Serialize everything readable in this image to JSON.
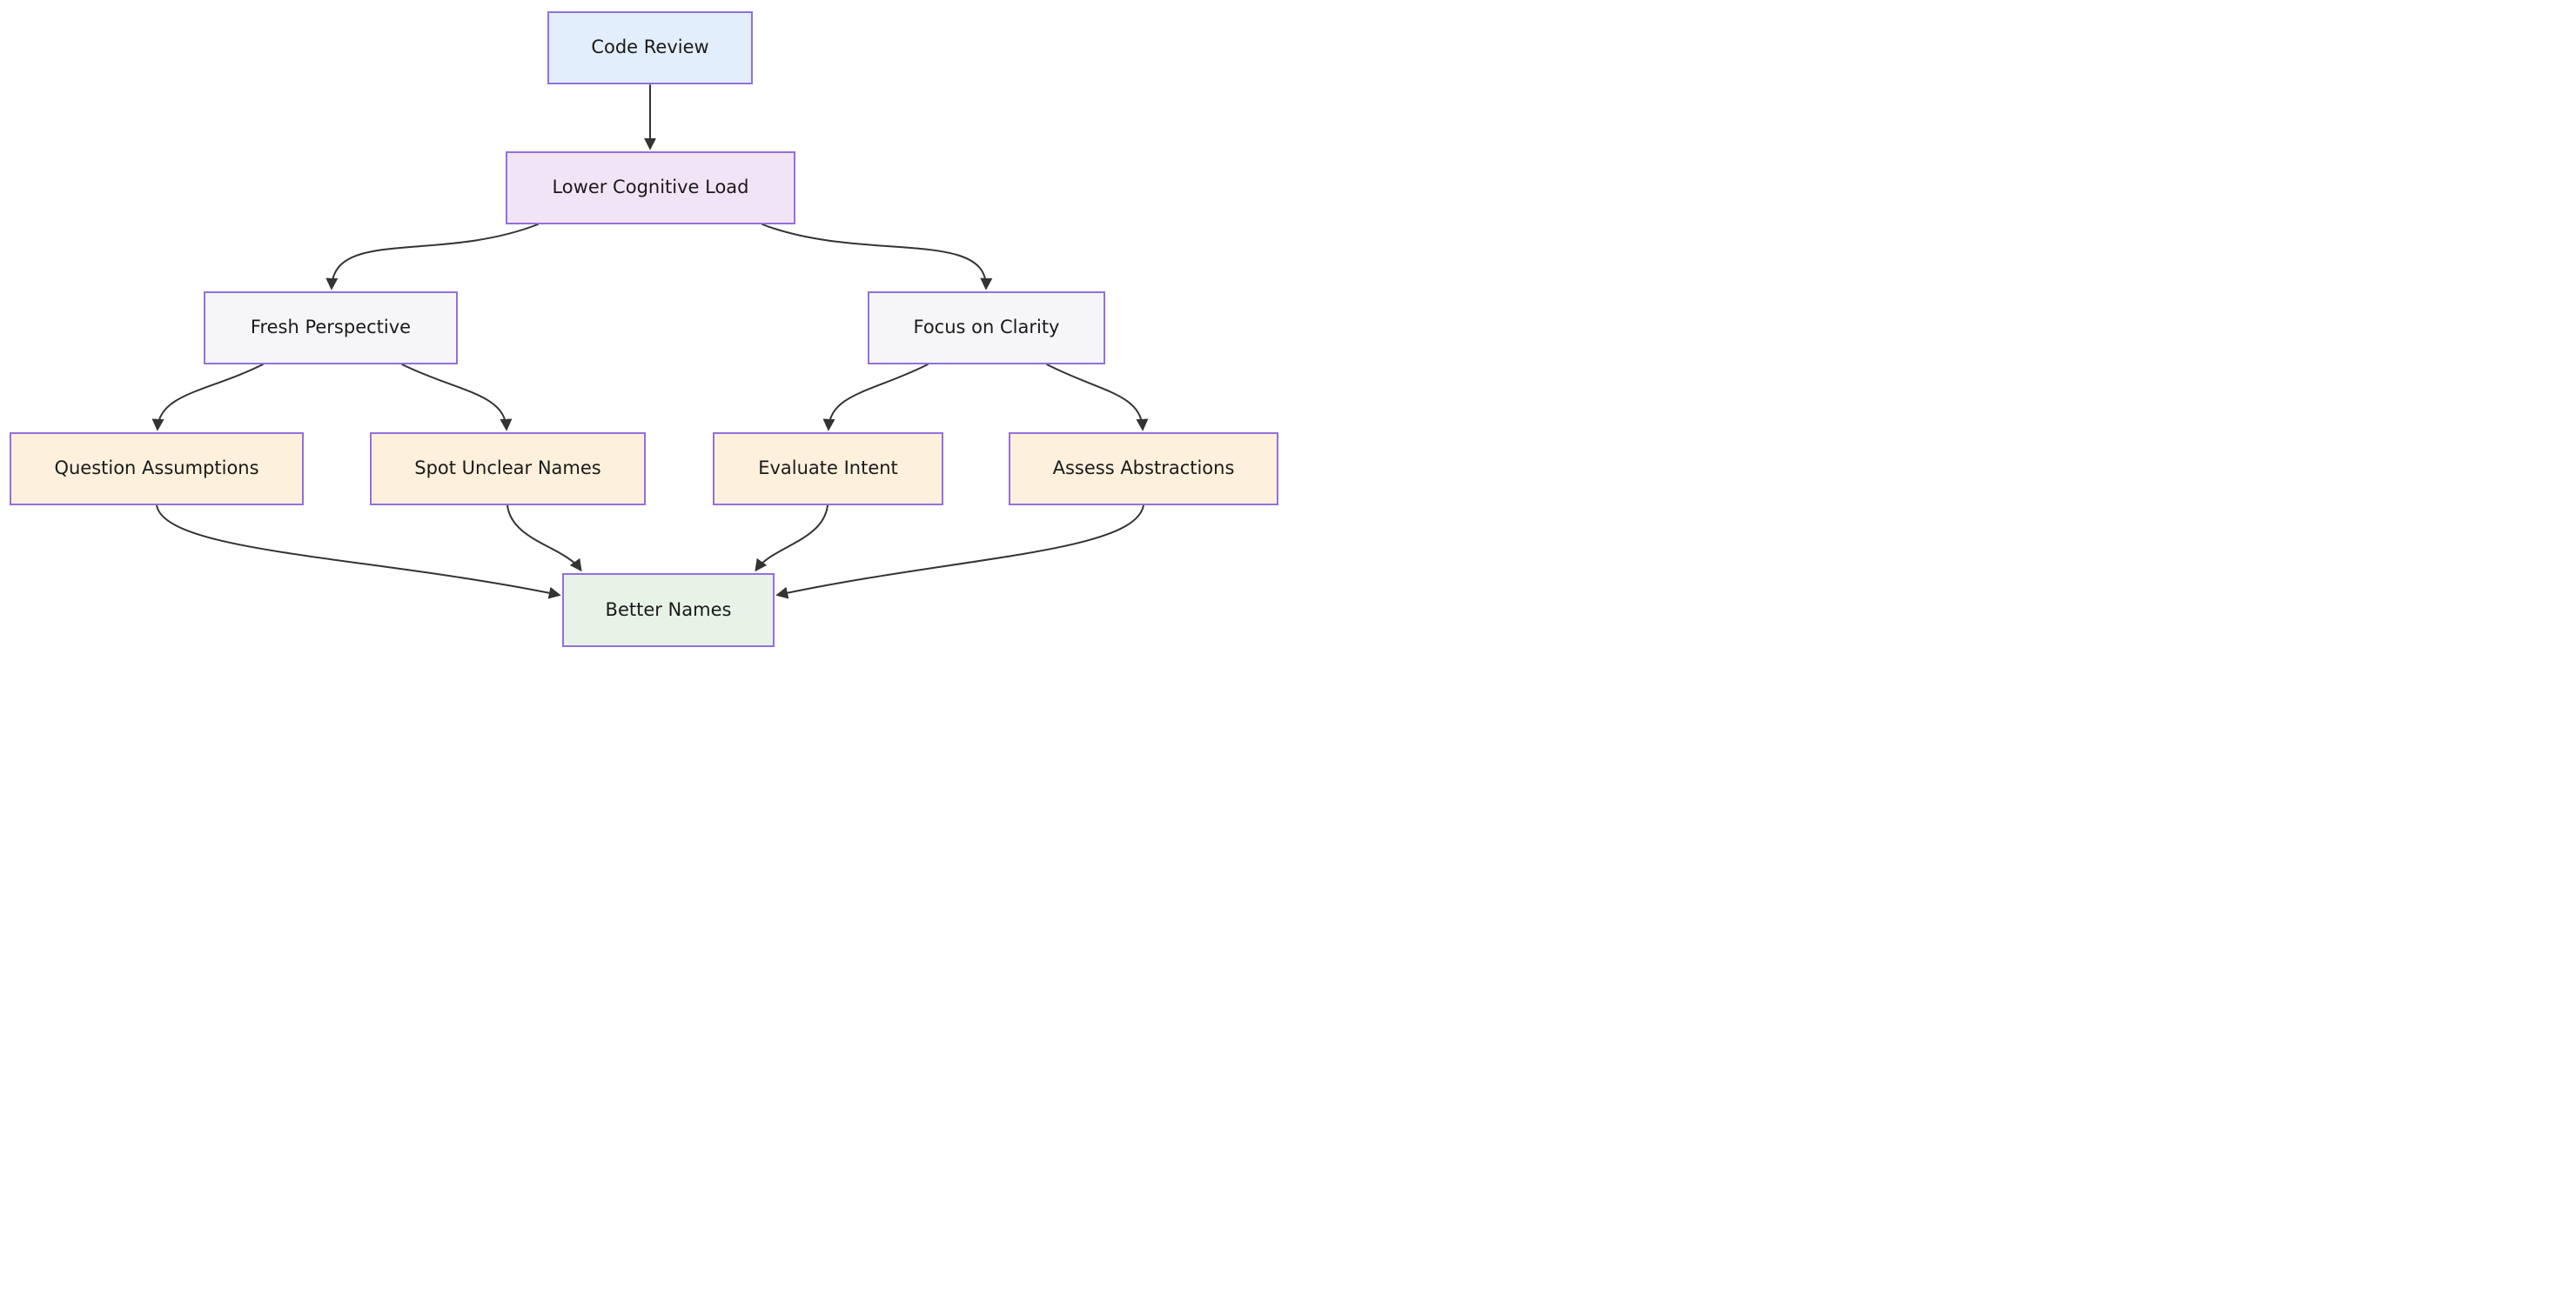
{
  "diagram": {
    "type": "flowchart",
    "direction": "top-down",
    "background": "#ffffff",
    "colors": {
      "node_border": "#9370db",
      "edge_line": "#333333",
      "node_text": "#1a1a1a"
    },
    "nodes": [
      {
        "id": "code-review",
        "label": "Code Review",
        "fill": "#e2eefb"
      },
      {
        "id": "lower-cognitive-load",
        "label": "Lower Cognitive Load",
        "fill": "#f2e4f7"
      },
      {
        "id": "fresh-perspective",
        "label": "Fresh Perspective",
        "fill": "#f6f6f8"
      },
      {
        "id": "focus-on-clarity",
        "label": "Focus on Clarity",
        "fill": "#f6f6f8"
      },
      {
        "id": "question-assumptions",
        "label": "Question Assumptions",
        "fill": "#fdf0dc"
      },
      {
        "id": "spot-unclear-names",
        "label": "Spot Unclear Names",
        "fill": "#fdf0dc"
      },
      {
        "id": "evaluate-intent",
        "label": "Evaluate Intent",
        "fill": "#fdf0dc"
      },
      {
        "id": "assess-abstractions",
        "label": "Assess Abstractions",
        "fill": "#fdf0dc"
      },
      {
        "id": "better-names",
        "label": "Better Names",
        "fill": "#e7f3e7"
      }
    ],
    "edges": [
      {
        "from": "code-review",
        "to": "lower-cognitive-load"
      },
      {
        "from": "lower-cognitive-load",
        "to": "fresh-perspective"
      },
      {
        "from": "lower-cognitive-load",
        "to": "focus-on-clarity"
      },
      {
        "from": "fresh-perspective",
        "to": "question-assumptions"
      },
      {
        "from": "fresh-perspective",
        "to": "spot-unclear-names"
      },
      {
        "from": "focus-on-clarity",
        "to": "evaluate-intent"
      },
      {
        "from": "focus-on-clarity",
        "to": "assess-abstractions"
      },
      {
        "from": "question-assumptions",
        "to": "better-names"
      },
      {
        "from": "spot-unclear-names",
        "to": "better-names"
      },
      {
        "from": "evaluate-intent",
        "to": "better-names"
      },
      {
        "from": "assess-abstractions",
        "to": "better-names"
      }
    ]
  }
}
